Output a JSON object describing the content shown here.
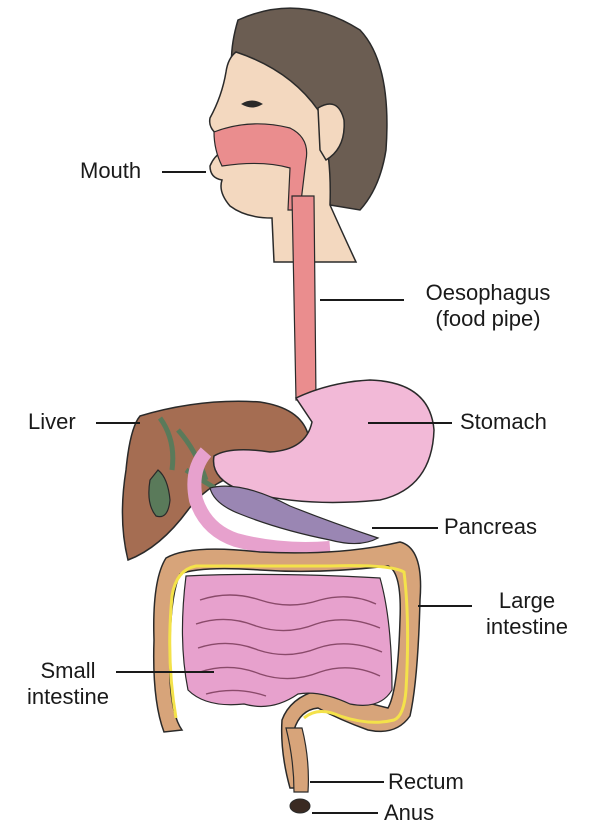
{
  "colors": {
    "skin": "#f3d8bf",
    "hair": "#6b5d52",
    "tract": "#ea8d8e",
    "stomach": "#f2b9d7",
    "liver": "#a56d52",
    "gallbladder": "#5a7a5a",
    "small_intestine": "#e7a1cd",
    "large_intestine": "#d7a47a",
    "yellow_line": "#f4e24a",
    "pancreas": "#9a86b3",
    "leader_line": "#1a1a1a"
  },
  "labels": {
    "mouth": "Mouth",
    "oesophagus": "Oesophagus",
    "oesophagus_sub": "(food pipe)",
    "liver": "Liver",
    "stomach": "Stomach",
    "pancreas": "Pancreas",
    "large_intestine_1": "Large",
    "large_intestine_2": "intestine",
    "small_intestine_1": "Small",
    "small_intestine_2": "intestine",
    "rectum": "Rectum",
    "anus": "Anus"
  }
}
